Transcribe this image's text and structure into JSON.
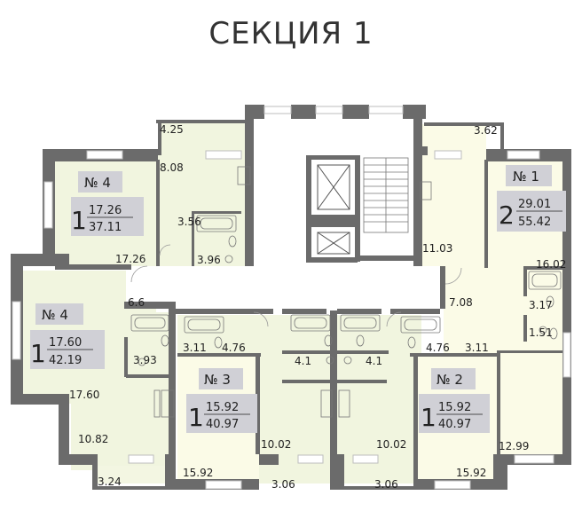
{
  "title": "СЕКЦИЯ 1",
  "colors": {
    "wall": "#6b6b6b",
    "apt_green": "#f1f5df",
    "apt_yellow": "#fbfbe7",
    "balcony": "#f3f6e2",
    "badge": "#d0d0d6",
    "corridor": "#ffffff"
  },
  "apartments": [
    {
      "id": "apt1",
      "label": "№ 1",
      "rooms": "2",
      "living": "29.01",
      "total": "55.42"
    },
    {
      "id": "apt2",
      "label": "№ 2",
      "rooms": "1",
      "living": "15.92",
      "total": "40.97"
    },
    {
      "id": "apt3",
      "label": "№ 3",
      "rooms": "1",
      "living": "15.92",
      "total": "40.97"
    },
    {
      "id": "apt4a",
      "label": "№ 4",
      "rooms": "1",
      "living": "17.26",
      "total": "37.11"
    },
    {
      "id": "apt4b",
      "label": "№ 4",
      "rooms": "1",
      "living": "17.60",
      "total": "42.19"
    }
  ],
  "area_labels": [
    "4.25",
    "8.08",
    "3.56",
    "3.96",
    "17.26",
    "3.62",
    "11.03",
    "16.02",
    "7.08",
    "3.17",
    "1.51",
    "6.6",
    "3.93",
    "17.60",
    "10.82",
    "3.24",
    "3.11",
    "4.76",
    "4.1",
    "4.1",
    "4.76",
    "3.11",
    "15.92",
    "10.02",
    "3.06",
    "10.02",
    "3.06",
    "15.92",
    "12.99"
  ],
  "icons": [
    "elevator-icon",
    "elevator-icon",
    "stairs-icon",
    "bathtub-icon",
    "toilet-icon",
    "sink-icon",
    "stove-icon",
    "door-swing-icon"
  ]
}
